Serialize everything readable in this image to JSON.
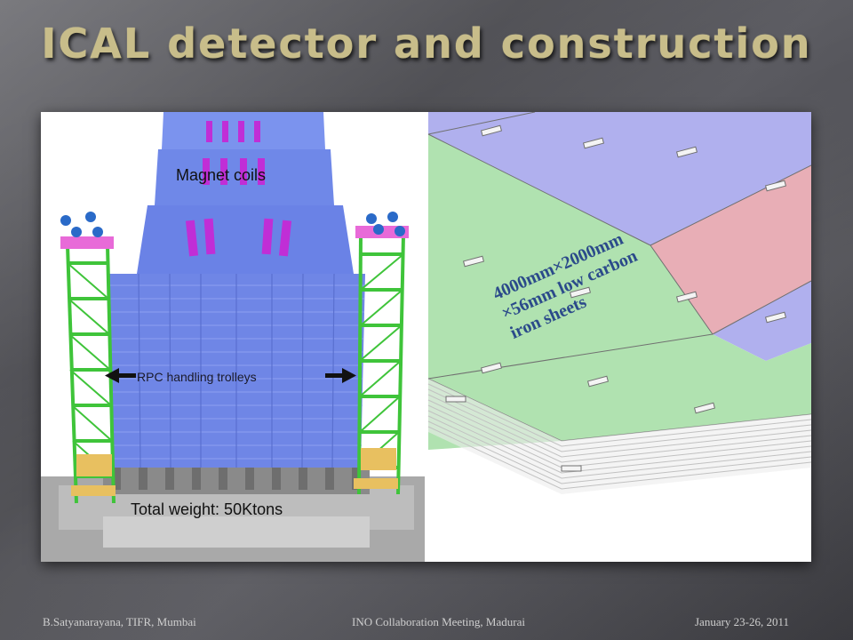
{
  "slide": {
    "title": "ICAL detector and construction"
  },
  "figure": {
    "magnet_label": "Magnet coils",
    "trolley_label": "RPC handling trolleys",
    "weight_label": "Total weight: 50Ktons",
    "iron_sheet_lines": [
      "4000mm×2000mm",
      "×56mm low carbon",
      "iron sheets"
    ]
  },
  "footer": {
    "left": "B.Satyanarayana, TIFR, Mumbai",
    "center": "INO Collaboration Meeting, Madurai",
    "right": "January 23-26, 2011"
  },
  "colors": {
    "title_gold": "#c8bd8a",
    "detector_blue": "#6f86e6",
    "coil_magenta": "#c02ed6",
    "trolley_green": "#3fc43a",
    "sheet_green": "#b0e2b0",
    "sheet_pink": "#e8aeb6",
    "sheet_lavender": "#b0b0ee"
  }
}
